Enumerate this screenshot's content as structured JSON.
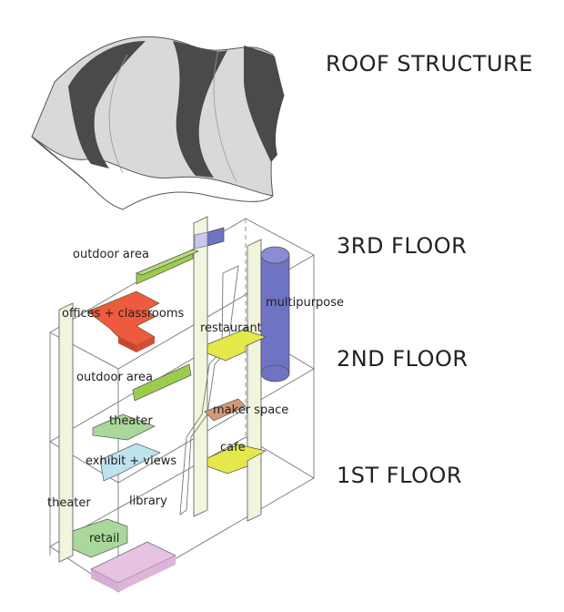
{
  "titles": {
    "roof": "ROOF STRUCTURE",
    "third": "3RD FLOOR",
    "second": "2ND FLOOR",
    "first": "1ST  FLOOR"
  },
  "labels": {
    "outdoor_area_3": "outdoor area",
    "offices": "offices + classrooms",
    "multipurpose": "multipurpose",
    "restaurant": "restaurant",
    "outdoor_area_2": "outdoor area",
    "maker_space": "maker space",
    "theater_2": "theater",
    "exhibit": "exhibit + views",
    "cafe": "cafe",
    "theater_1": "theater",
    "library": "library",
    "retail": "retail"
  },
  "colors": {
    "green": "#9ccc4e",
    "red": "#ee5a3e",
    "purple": "#6f73c4",
    "yellow": "#e4e84a",
    "tan": "#d39a78",
    "light_green": "#a9d89a",
    "light_blue": "#bfe2ef",
    "pink": "#e6c2e3",
    "roof_light": "#d9d9d9",
    "roof_dark": "#4a4a4a"
  }
}
